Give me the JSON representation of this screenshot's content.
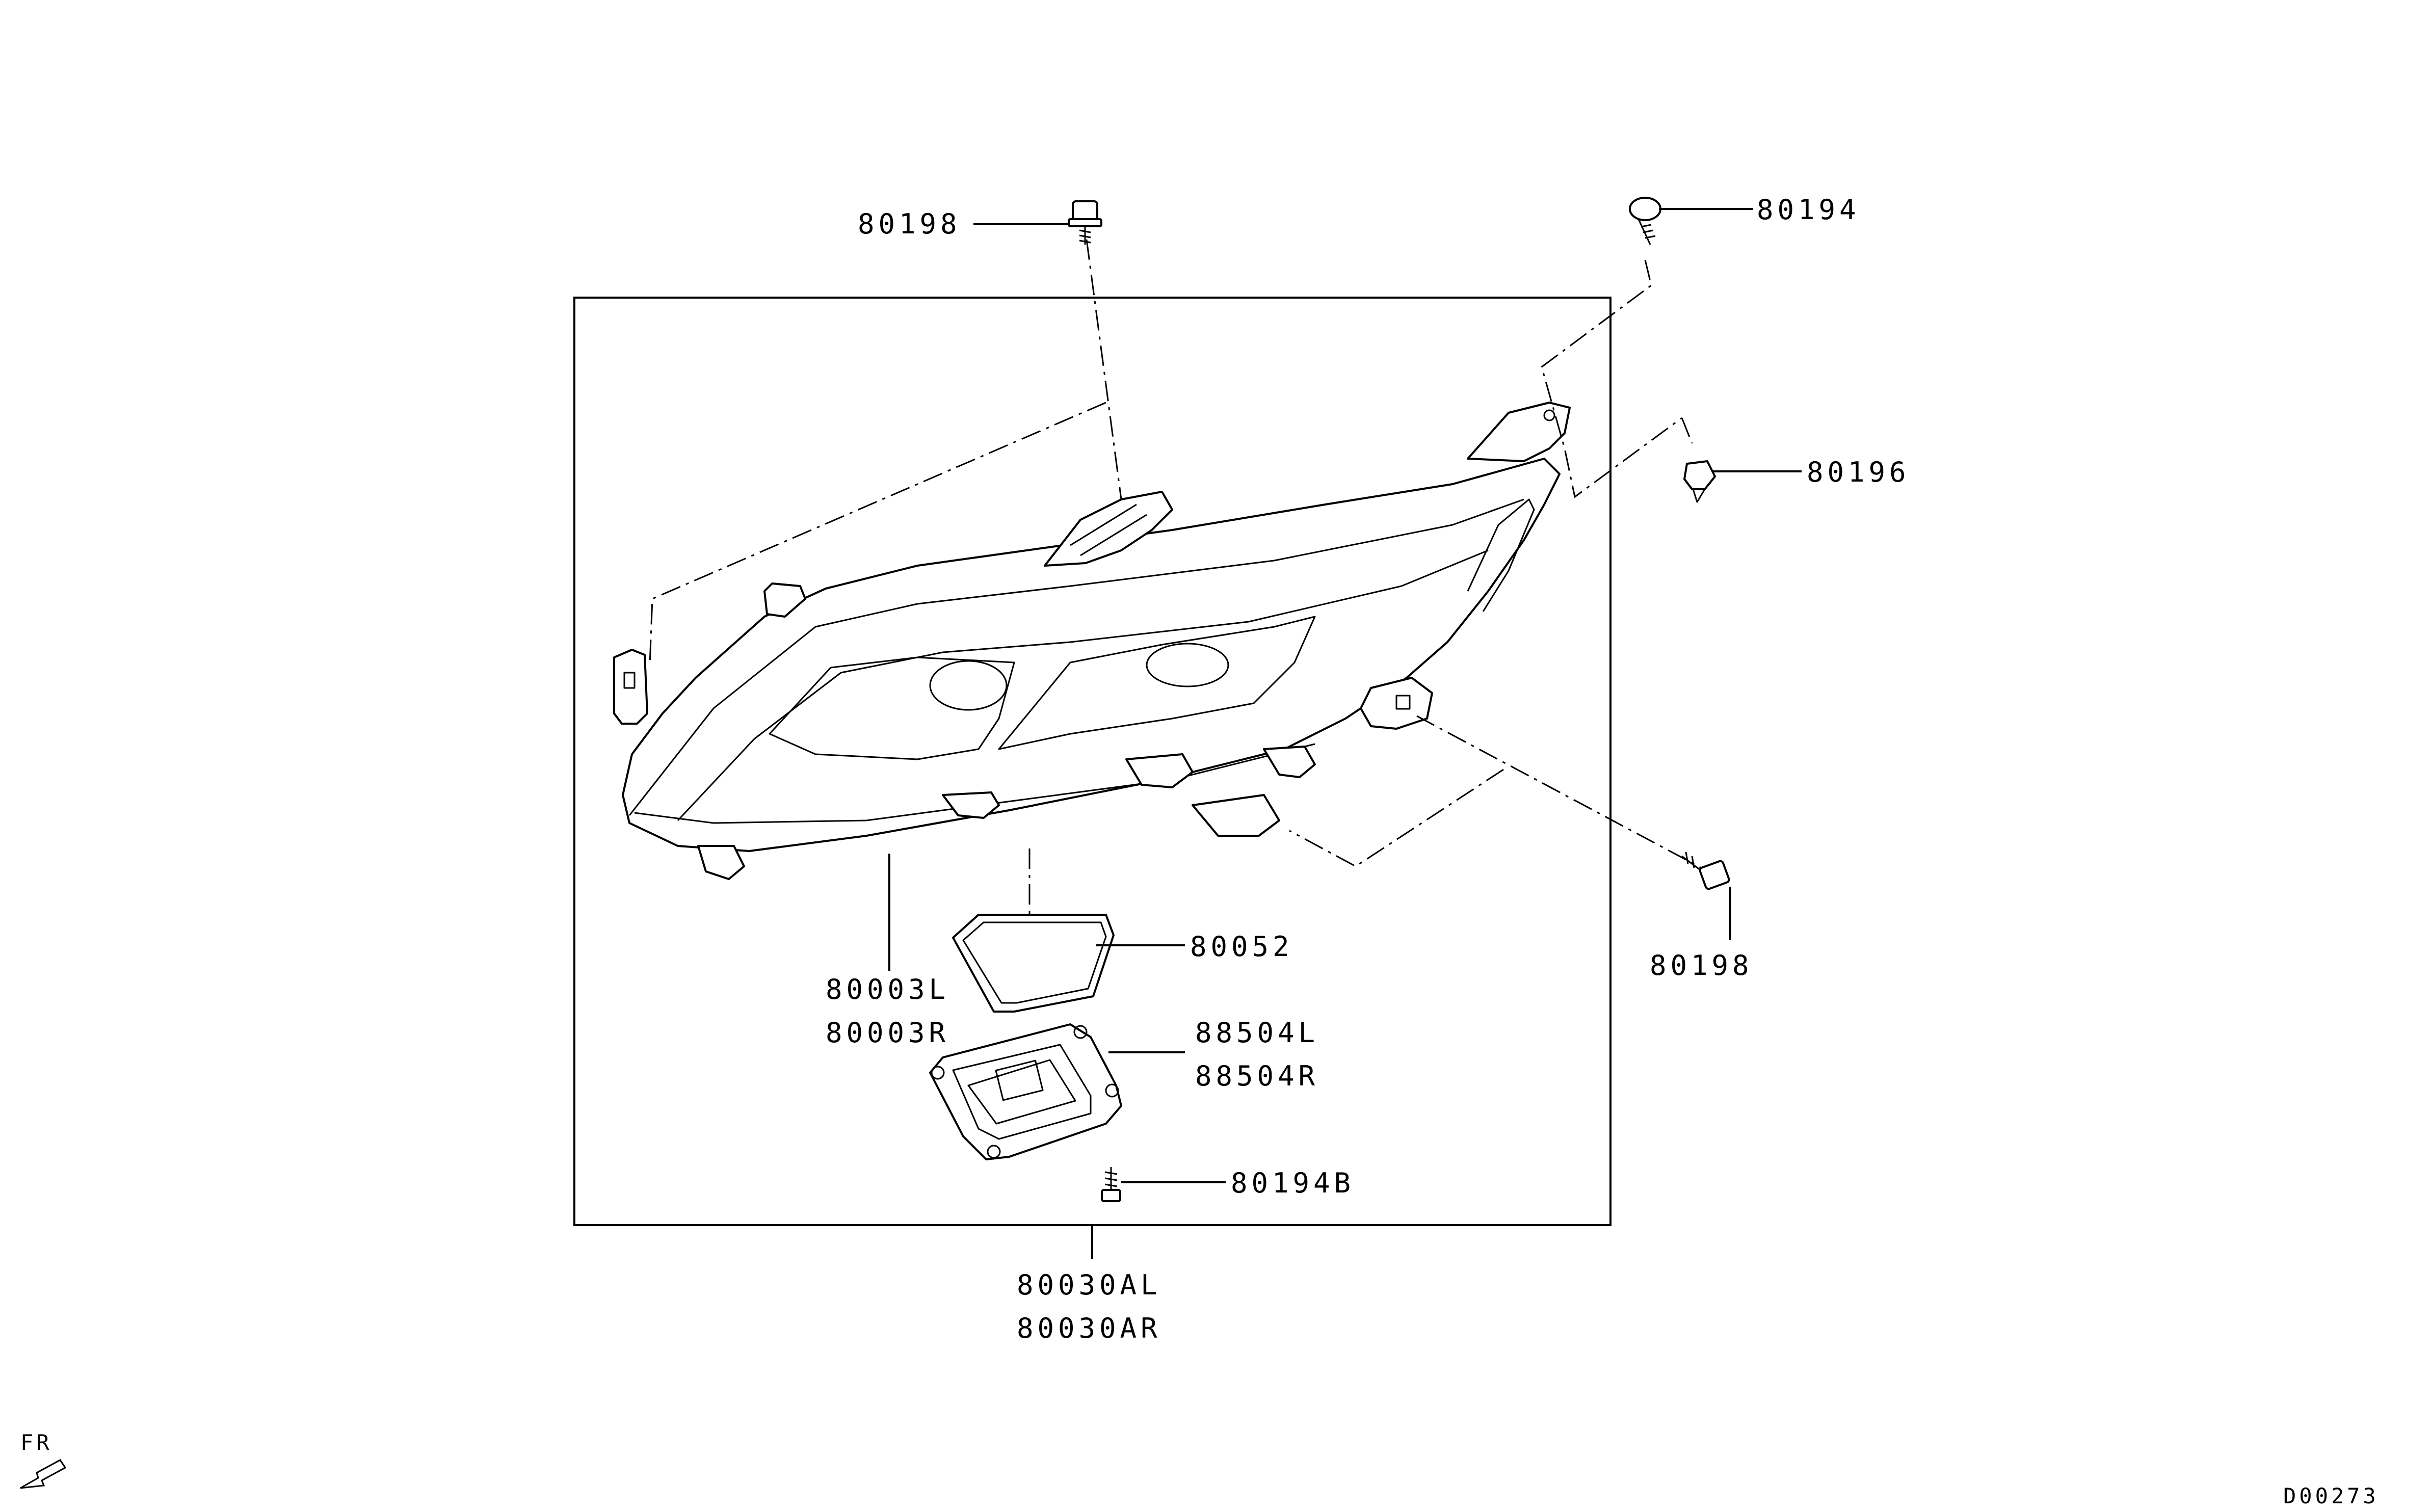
{
  "parts": {
    "bolt_top": "80198",
    "screw_top_right": "80194",
    "clip_right": "80196",
    "bolt_lower_right": "80198",
    "gasket": "80052",
    "headlamp_unit_left": "80003L",
    "headlamp_unit_right": "80003R",
    "module_left": "88504L",
    "module_right": "88504R",
    "module_screw": "80194B",
    "assembly_left": "80030AL",
    "assembly_right": "80030AR"
  },
  "orientation": {
    "label": "FR",
    "icon": "front-direction-arrow-icon"
  },
  "diagram_code": "D00273"
}
